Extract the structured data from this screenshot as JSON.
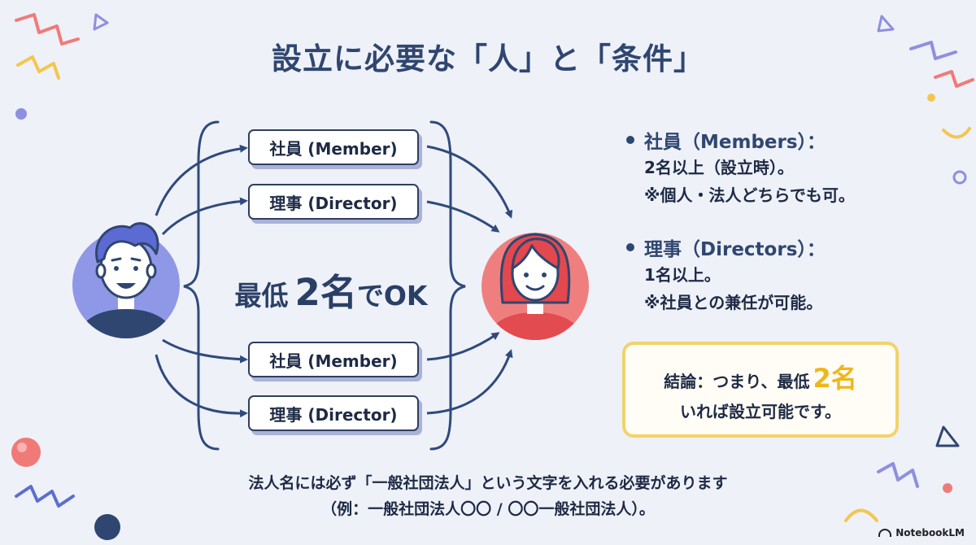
{
  "title": "設立に必要な「人」と「条件」",
  "roles": [
    {
      "label": "社員 (Member)"
    },
    {
      "label": "理事 (Director)"
    },
    {
      "label": "社員 (Member)"
    },
    {
      "label": "理事 (Director)"
    }
  ],
  "center_label": {
    "part1": "最低",
    "part2": "2名",
    "part3": "でOK"
  },
  "bullets": [
    {
      "heading": "社員（Members）：",
      "lines": [
        "2名以上（設立時）。",
        "※個人・法人どちらでも可。"
      ]
    },
    {
      "heading": "理事（Directors）：",
      "lines": [
        "1名以上。",
        "※社員との兼任が可能。"
      ]
    }
  ],
  "conclusion": {
    "prefix": "結論：つまり、最低",
    "highlight": "2名",
    "line2": "いれば設立可能です。"
  },
  "footnote": {
    "line1": "法人名には必ず「一般社団法人」という文字を入れる必要があります",
    "line2": "（例：一般社団法人〇〇 / 〇〇一般社団法人）。"
  },
  "brand": "NotebookLM",
  "colors": {
    "background": "#eef1f8",
    "title": "#2f4670",
    "person_left": "#8f98e6",
    "person_right": "#ef7f7f",
    "arrow": "#2f4a7c",
    "highlight": "#f0b61c",
    "conclusion_border": "#f2d36b"
  },
  "icons": [
    "person-male-icon",
    "person-female-icon",
    "notebooklm-logo-icon"
  ]
}
